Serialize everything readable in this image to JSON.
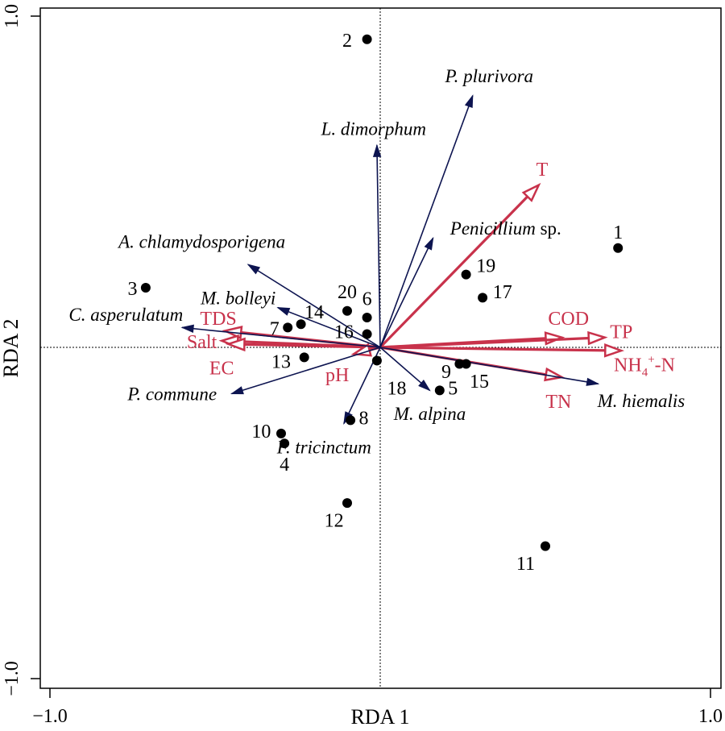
{
  "chart_data": {
    "type": "scatter",
    "xlabel": "RDA 1",
    "ylabel": "RDA 2",
    "xlim": [
      -1.0,
      1.0
    ],
    "ylim": [
      -1.0,
      1.0
    ],
    "x_ticks": [
      "−1.0",
      "1.0"
    ],
    "y_ticks": [
      "−1.0",
      "1.0"
    ],
    "colors": {
      "environment": "#c8324b",
      "species": "#0d1450",
      "sites": "#000000"
    },
    "environmental_variables": [
      {
        "name": "T",
        "x": 0.48,
        "y": 0.49,
        "label_x": 0.49,
        "label_y": 0.54
      },
      {
        "name": "COD",
        "x": 0.55,
        "y": 0.03,
        "label_x": 0.57,
        "label_y": 0.09
      },
      {
        "name": "TP",
        "x": 0.68,
        "y": 0.03,
        "label_x": 0.73,
        "label_y": 0.05
      },
      {
        "name": "NH4+-N",
        "x": 0.73,
        "y": -0.01,
        "label_x": 0.8,
        "label_y": -0.05
      },
      {
        "name": "TN",
        "x": 0.55,
        "y": -0.09,
        "label_x": 0.54,
        "label_y": -0.16
      },
      {
        "name": "TDS",
        "x": -0.47,
        "y": 0.05,
        "label_x": -0.49,
        "label_y": 0.09
      },
      {
        "name": "Salt",
        "x": -0.48,
        "y": 0.02,
        "label_x": -0.54,
        "label_y": 0.02
      },
      {
        "name": "EC",
        "x": -0.46,
        "y": 0.01,
        "label_x": -0.48,
        "label_y": -0.06
      },
      {
        "name": "pH",
        "x": -0.08,
        "y": -0.02,
        "label_x": -0.13,
        "label_y": -0.08
      }
    ],
    "species": [
      {
        "name": "P. plurivora",
        "x": 0.28,
        "y": 0.76,
        "label_x": 0.33,
        "label_y": 0.82
      },
      {
        "name": "L. dimorphum",
        "x": -0.01,
        "y": 0.61,
        "label_x": -0.02,
        "label_y": 0.66
      },
      {
        "name": "Penicillium sp.",
        "x": 0.16,
        "y": 0.33,
        "label_x": 0.38,
        "label_y": 0.36
      },
      {
        "name": "A. chlamydosporigena",
        "x": -0.4,
        "y": 0.25,
        "label_x": -0.54,
        "label_y": 0.32
      },
      {
        "name": "M. bolleyi",
        "x": -0.31,
        "y": 0.12,
        "label_x": -0.43,
        "label_y": 0.15
      },
      {
        "name": "C. asperulatum",
        "x": -0.6,
        "y": 0.06,
        "label_x": -0.77,
        "label_y": 0.1
      },
      {
        "name": "P. commune",
        "x": -0.45,
        "y": -0.14,
        "label_x": -0.63,
        "label_y": -0.14
      },
      {
        "name": "F. tricinctum",
        "x": -0.11,
        "y": -0.23,
        "label_x": -0.17,
        "label_y": -0.3
      },
      {
        "name": "M. alpina",
        "x": 0.15,
        "y": -0.13,
        "label_x": 0.15,
        "label_y": -0.2
      },
      {
        "name": "M. hiemalis",
        "x": 0.66,
        "y": -0.11,
        "label_x": 0.79,
        "label_y": -0.16
      }
    ],
    "sites": [
      {
        "id": "1",
        "x": 0.72,
        "y": 0.3,
        "label_x": 0.72,
        "label_y": 0.35
      },
      {
        "id": "2",
        "x": -0.04,
        "y": 0.93,
        "label_x": -0.1,
        "label_y": 0.93
      },
      {
        "id": "3",
        "x": -0.71,
        "y": 0.18,
        "label_x": -0.75,
        "label_y": 0.18
      },
      {
        "name_hint": "",
        "id": "4",
        "x": -0.29,
        "y": -0.29,
        "label_x": -0.29,
        "label_y": -0.35
      },
      {
        "id": "5",
        "x": 0.18,
        "y": -0.13,
        "label_x": 0.22,
        "label_y": -0.12
      },
      {
        "id": "6",
        "x": -0.04,
        "y": 0.09,
        "label_x": -0.04,
        "label_y": 0.15
      },
      {
        "id": "7",
        "x": -0.28,
        "y": 0.06,
        "label_x": -0.32,
        "label_y": 0.06
      },
      {
        "id": "8",
        "x": -0.09,
        "y": -0.22,
        "label_x": -0.05,
        "label_y": -0.21
      },
      {
        "id": "9",
        "x": 0.24,
        "y": -0.05,
        "label_x": 0.2,
        "label_y": -0.07
      },
      {
        "id": "10",
        "x": -0.3,
        "y": -0.26,
        "label_x": -0.36,
        "label_y": -0.25
      },
      {
        "id": "11",
        "x": 0.5,
        "y": -0.6,
        "label_x": 0.44,
        "label_y": -0.65
      },
      {
        "id": "12",
        "x": -0.1,
        "y": -0.47,
        "label_x": -0.14,
        "label_y": -0.52
      },
      {
        "id": "13",
        "x": -0.23,
        "y": -0.03,
        "label_x": -0.3,
        "label_y": -0.04
      },
      {
        "id": "14",
        "x": -0.24,
        "y": 0.07,
        "label_x": -0.2,
        "label_y": 0.11
      },
      {
        "id": "15",
        "x": 0.26,
        "y": -0.05,
        "label_x": 0.3,
        "label_y": -0.1
      },
      {
        "id": "16",
        "x": -0.04,
        "y": 0.04,
        "label_x": -0.11,
        "label_y": 0.05
      },
      {
        "id": "17",
        "x": 0.31,
        "y": 0.15,
        "label_x": 0.37,
        "label_y": 0.17
      },
      {
        "id": "18",
        "x": -0.01,
        "y": -0.04,
        "label_x": 0.05,
        "label_y": -0.12
      },
      {
        "id": "19",
        "x": 0.26,
        "y": 0.22,
        "label_x": 0.32,
        "label_y": 0.25
      },
      {
        "id": "20",
        "x": -0.1,
        "y": 0.11,
        "label_x": -0.1,
        "label_y": 0.17
      }
    ]
  }
}
